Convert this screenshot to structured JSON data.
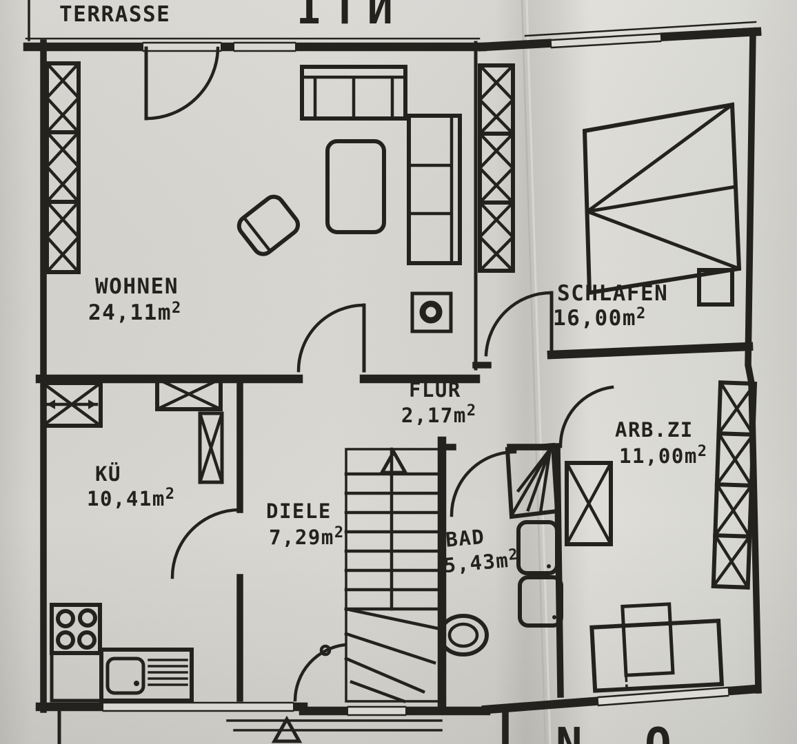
{
  "plan": {
    "labels": {
      "terrasse": "TERRASSE",
      "partial_top": "ITИ",
      "partial_bottom": "N O"
    },
    "rooms": [
      {
        "key": "wohnen",
        "name": "WOHNEN",
        "area": "24,11",
        "unit": "m",
        "sup": "2"
      },
      {
        "key": "schlafen",
        "name": "SCHLAFEN",
        "area": "16,00",
        "unit": "m",
        "sup": "2"
      },
      {
        "key": "flur",
        "name": "FLUR",
        "area": "2,17",
        "unit": "m",
        "sup": "2"
      },
      {
        "key": "kueche",
        "name": "KÜ",
        "area": "10,41",
        "unit": "m",
        "sup": "2"
      },
      {
        "key": "diele",
        "name": "DIELE",
        "area": "7,29",
        "unit": "m",
        "sup": "2"
      },
      {
        "key": "bad",
        "name": "BAD",
        "area": "5,43",
        "unit": "m",
        "sup": "2"
      },
      {
        "key": "arbeitszimmer",
        "name": "ARB.ZI",
        "area": "11,00",
        "unit": "m",
        "sup": "2"
      }
    ],
    "colors": {
      "ink": "#23221f",
      "paper": "#d8d7d2"
    }
  }
}
